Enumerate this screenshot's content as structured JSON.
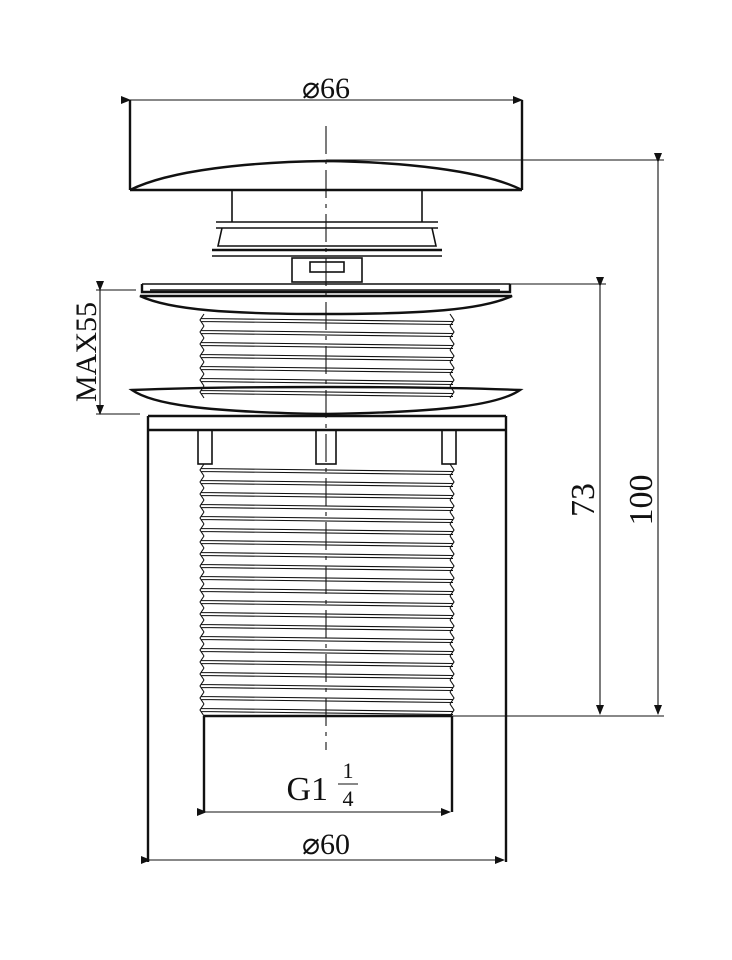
{
  "dimensions": {
    "top_diameter": "⌀66",
    "bottom_diameter": "⌀60",
    "max_thickness": "MAX55",
    "body_height": "73",
    "total_height": "100",
    "thread_main": "G1",
    "thread_numerator": "1",
    "thread_denominator": "4"
  },
  "colors": {
    "line": "#111111",
    "background": "#ffffff"
  }
}
